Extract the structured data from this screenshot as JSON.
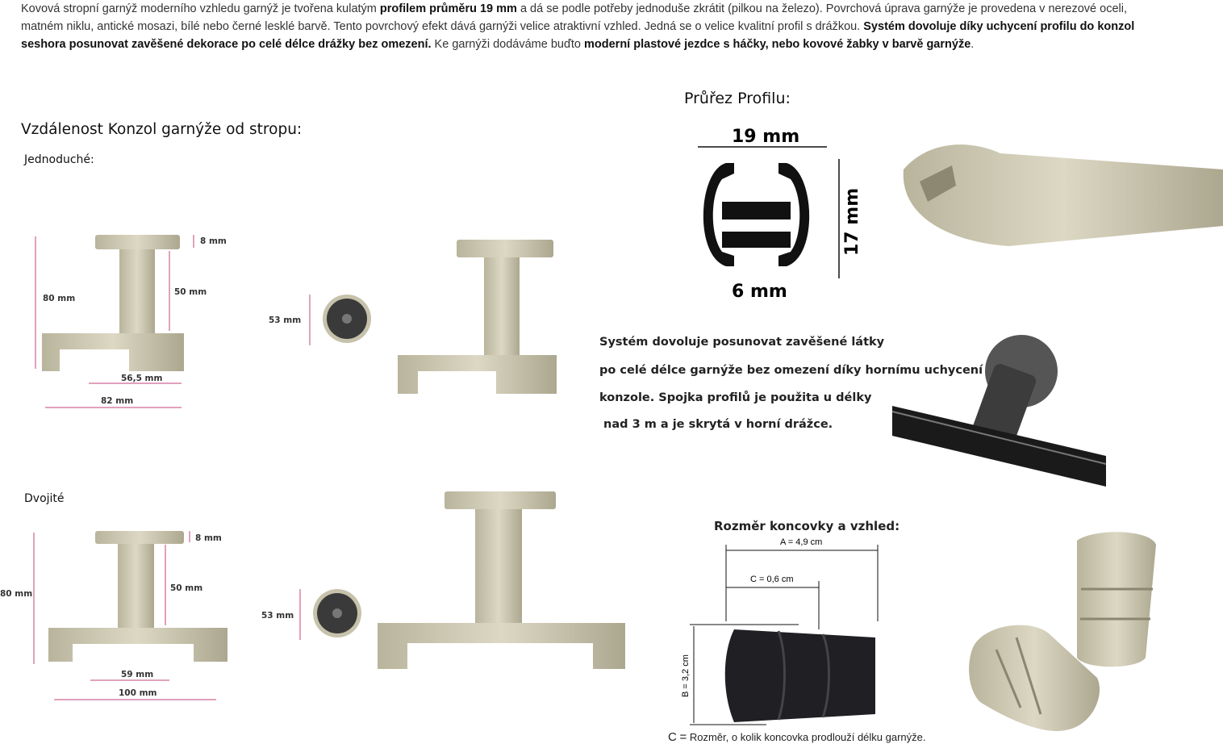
{
  "intro": {
    "p1": "Kovová stropní garnýž moderního vzhledu garnýž je tvořena kulatým ",
    "b1": "profilem průměru 19 mm",
    "p2": " a dá se podle potřeby jednoduše zkrátit (pilkou na železo). Povrchová úprava garnýže je provedena v nerezové oceli, matném niklu, antické mosazi, bílé nebo černé lesklé barvě. Tento povrchový efekt dává garnýži velice atraktivní vzhled. Jedná se o velice kvalitní profil s drážkou. ",
    "b2": "Systém dovoluje díky uchycení profilu do konzol seshora posunovat zavěšené dekorace po celé délce drážky bez omezení.",
    "p3": " Ke garnýži dodáváme buďto ",
    "b3": "moderní plastové jezdce s háčky, nebo kovové žabky v barvě garnýže",
    "p4": "."
  },
  "left": {
    "heading": "Vzdálenost Konzol garnýže od stropu:",
    "single_label": "Jednoduché:",
    "double_label": "Dvojité",
    "single_dims": {
      "top": "8 mm",
      "height": "80 mm",
      "stem": "50 mm",
      "inner": "56,5 mm",
      "width": "82 mm",
      "plate": "53 mm"
    },
    "double_dims": {
      "top": "8 mm",
      "height": "80 mm",
      "stem": "50 mm",
      "inner": "59 mm",
      "width": "100 mm",
      "plate": "53 mm"
    }
  },
  "right": {
    "heading": "Průřez Profilu:",
    "profile_dims": {
      "width": "19 mm",
      "height": "17 mm",
      "slot": "6 mm"
    },
    "para": [
      "Systém dovoluje posunovat zavěšené látky",
      "po celé délce garnýže bez omezení díky hornímu uchycení",
      "konzole. Spojka profilů je použita u délky",
      " nad 3 m a je skrytá v horní drážce."
    ],
    "endcap_heading": "Rozměr koncovky a vzhled:",
    "endcap_dims": {
      "a": "A = 4,9 cm",
      "c": "C = 0,6 cm",
      "b": "B = 3,2 cm"
    },
    "caption_c": "C",
    "caption_eq": "=",
    "caption": "Rozměr, o kolik koncovka prodlouží délku garnýže."
  },
  "colors": {
    "metal": "#c9c4ad",
    "metal_dark": "#a9a48c",
    "dim_line": "#c0447a",
    "black": "#111111"
  }
}
